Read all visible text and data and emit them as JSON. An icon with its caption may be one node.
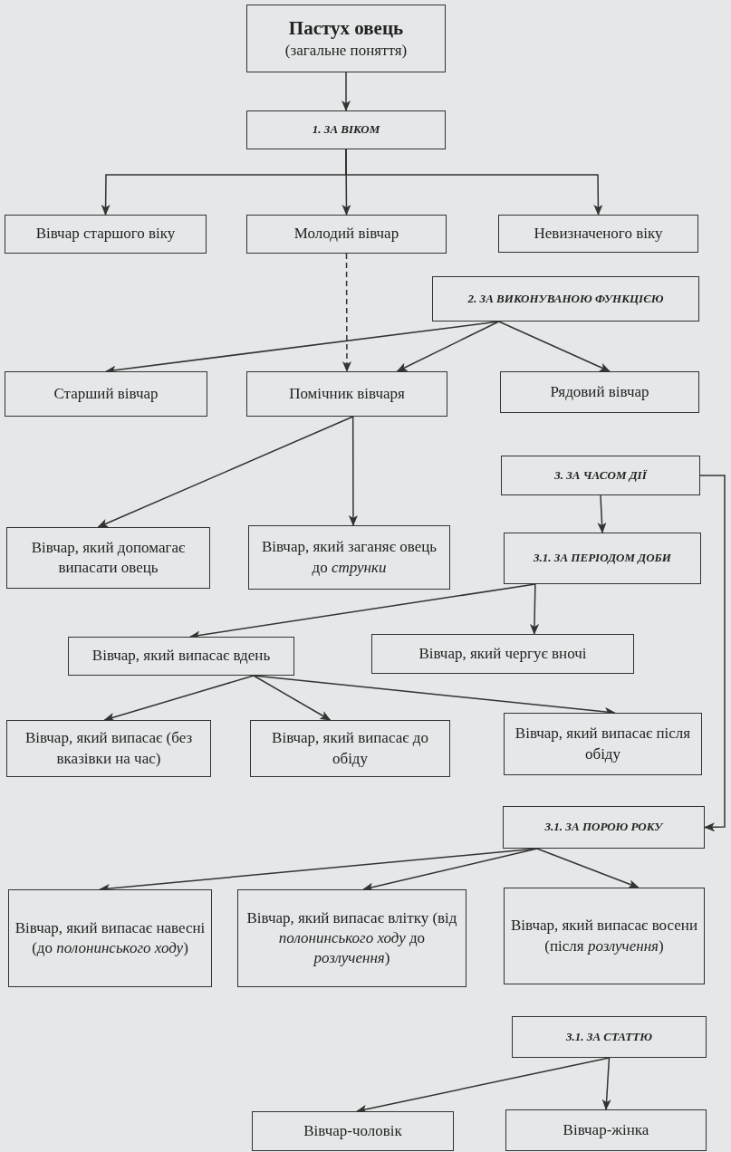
{
  "diagram": {
    "nodes": [
      {
        "text": [
          "Пастух овець",
          "(загальне поняття)"
        ]
      },
      {
        "text": [
          "1. ЗА ВІКОМ"
        ]
      },
      {
        "text": [
          "Вівчар старшого віку"
        ]
      },
      {
        "text": [
          "Молодий вівчар"
        ]
      },
      {
        "text": [
          "Невизначеного віку"
        ]
      },
      {
        "text": [
          "2. ЗА ВИКОНУВАНОЮ ФУНКЦІЄЮ"
        ]
      },
      {
        "text": [
          "Старший вівчар"
        ]
      },
      {
        "text": [
          "Помічник вівчаря"
        ]
      },
      {
        "text": [
          "Рядовий вівчар"
        ]
      },
      {
        "text": [
          "3. ЗА ЧАСОМ ДІЇ"
        ]
      },
      {
        "text": [
          "Вівчар, який допомагає випасати овець"
        ]
      },
      {
        "text": [
          "Вівчар, який заганяє овець до *струнки*"
        ]
      },
      {
        "text": [
          "3.1. ЗА ПЕРІОДОМ ДОБИ"
        ]
      },
      {
        "text": [
          "Вівчар, який випасає вдень"
        ]
      },
      {
        "text": [
          "Вівчар, який чергує вночі"
        ]
      },
      {
        "text": [
          "Вівчар, який випасає (без вказівки на час)"
        ]
      },
      {
        "text": [
          "Вівчар, який випасає до обіду"
        ]
      },
      {
        "text": [
          "Вівчар, який випасає після обіду"
        ]
      },
      {
        "text": [
          "3.1. ЗА ПОРОЮ РОКУ"
        ]
      },
      {
        "text": [
          "Вівчар, який випасає навесні (до *полонинського ходу*)"
        ]
      },
      {
        "text": [
          "Вівчар, який випасає влітку (від *полонинського ходу* до *розлучення*)"
        ]
      },
      {
        "text": [
          "Вівчар, який випасає восени (після *розлучення*)"
        ]
      },
      {
        "text": [
          "3.1. ЗА СТАТТЮ"
        ]
      },
      {
        "text": [
          "Вівчар-чоловік"
        ]
      },
      {
        "text": [
          "Вівчар-жінка"
        ]
      }
    ],
    "edges": [
      {
        "from": 0,
        "to": 1,
        "arrow": "to"
      },
      {
        "from": 1,
        "to": 2,
        "arrow": "to"
      },
      {
        "from": 1,
        "to": 3,
        "arrow": "to"
      },
      {
        "from": 1,
        "to": 4,
        "arrow": "to"
      },
      {
        "from": 3,
        "to": 7,
        "arrow": "to",
        "style": "dashed"
      },
      {
        "from": 5,
        "to": 6,
        "arrow": "to"
      },
      {
        "from": 5,
        "to": 7,
        "arrow": "to"
      },
      {
        "from": 5,
        "to": 8,
        "arrow": "to"
      },
      {
        "from": 7,
        "to": 10,
        "arrow": "to"
      },
      {
        "from": 7,
        "to": 11,
        "arrow": "to"
      },
      {
        "from": 9,
        "to": 12,
        "arrow": "to"
      },
      {
        "from": 9,
        "to": 18,
        "arrow": "to"
      },
      {
        "from": 12,
        "to": 13,
        "arrow": "to"
      },
      {
        "from": 12,
        "to": 14,
        "arrow": "to"
      },
      {
        "from": 13,
        "to": 15,
        "arrow": "to"
      },
      {
        "from": 13,
        "to": 16,
        "arrow": "to"
      },
      {
        "from": 13,
        "to": 17,
        "arrow": "to"
      },
      {
        "from": 18,
        "to": 19,
        "arrow": "to"
      },
      {
        "from": 18,
        "to": 20,
        "arrow": "to"
      },
      {
        "from": 18,
        "to": 21,
        "arrow": "to"
      },
      {
        "from": 22,
        "to": 23,
        "arrow": "to"
      },
      {
        "from": 22,
        "to": 24,
        "arrow": "to"
      }
    ]
  }
}
